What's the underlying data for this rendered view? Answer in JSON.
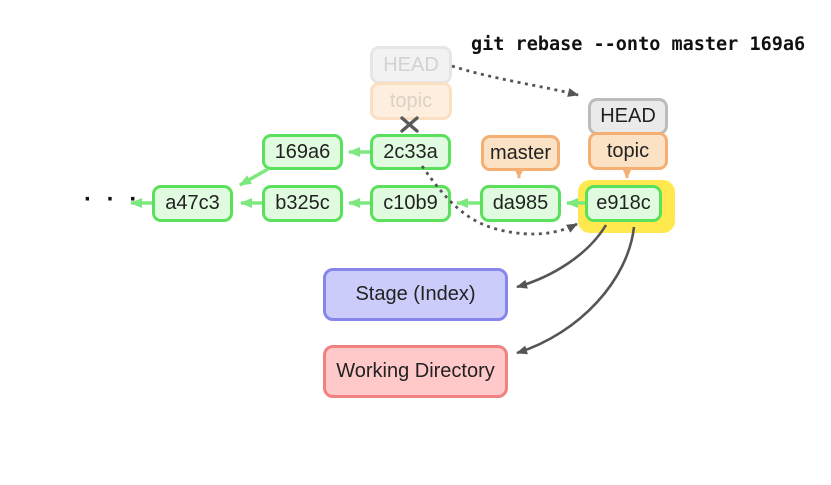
{
  "title": "git rebase --onto master 169a6",
  "refs": {
    "ghost_head": "HEAD",
    "ghost_topic": "topic",
    "head": "HEAD",
    "topic": "topic",
    "master": "master"
  },
  "commits": {
    "169a6": "169a6",
    "2c33a": "2c33a",
    "a47c3": "a47c3",
    "b325c": "b325c",
    "c10b9": "c10b9",
    "da985": "da985",
    "e918c": "e918c"
  },
  "ellipsis": "· · ·",
  "areas": {
    "stage": "Stage (Index)",
    "working": "Working Directory"
  },
  "colors": {
    "commit_border": "#5ae05a",
    "commit_fill": "#e1fbe1",
    "arrow_green": "#7de87d",
    "ref_border": "#f5af72",
    "ref_fill": "#fce2c4",
    "head_border": "#bcbcbc",
    "head_fill": "#eaeaea",
    "ghost_head_fill": "#f2f2f2",
    "ghost_topic_fill": "#fdeedd",
    "highlight_yellow": "#ffe94f",
    "stage_border": "#8787e9",
    "stage_fill": "#ccccfa",
    "working_border": "#f28282",
    "working_fill": "#ffc9c9",
    "dark_arrow": "#555555"
  }
}
